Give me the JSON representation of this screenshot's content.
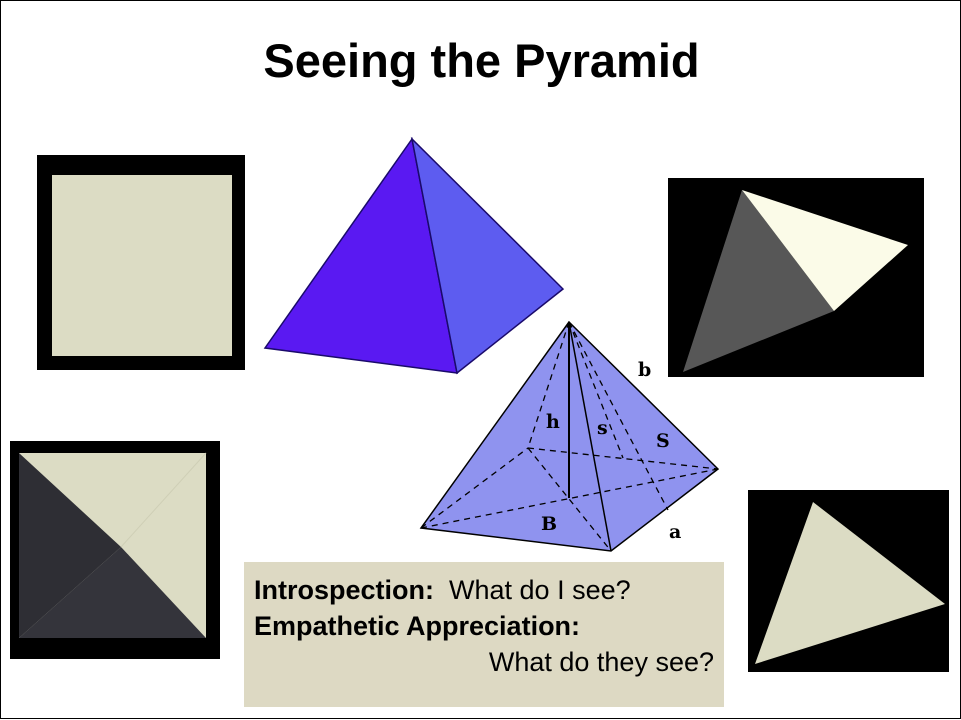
{
  "slide": {
    "title": "Seeing the Pyramid"
  },
  "diagram_labels": {
    "apex_edge": "b",
    "height": "h",
    "slant_inner": "s",
    "slant_outer": "S",
    "base": "B",
    "base_edge": "a"
  },
  "caption": {
    "line1_bold": "Introspection:",
    "line1_text": "What do I see?",
    "line2_bold": "Empathetic Appreciation:",
    "line3_text": "What do they see?"
  },
  "colors": {
    "pyramid_left_face": "#5a19f2",
    "pyramid_right_face": "#5d5cf0",
    "wireframe_fill": "#8f93ef",
    "view_panel_bg": "#000000",
    "view_light_face": "#dcdcc4",
    "view_dark_face": "#2e2e34",
    "view_gray_face": "#575757",
    "view_bright_face": "#fbfbe8",
    "caption_bg": "#ddd9c3"
  }
}
